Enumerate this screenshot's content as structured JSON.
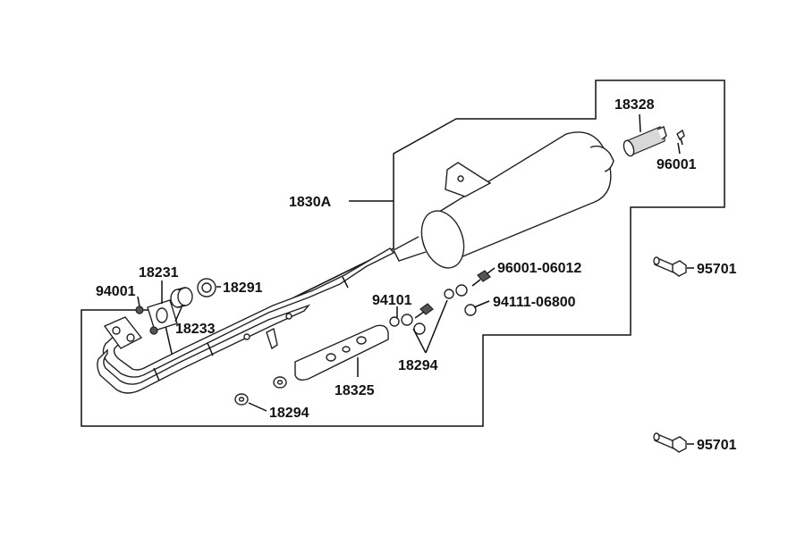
{
  "diagram": {
    "callouts": [
      {
        "id": "c-18328",
        "text": "18328"
      },
      {
        "id": "c-96001",
        "text": "96001"
      },
      {
        "id": "c-1830A",
        "text": "1830A"
      },
      {
        "id": "c-96001-06012",
        "text": "96001-06012"
      },
      {
        "id": "c-95701-top",
        "text": "95701"
      },
      {
        "id": "c-94101",
        "text": "94101"
      },
      {
        "id": "c-94111-06800",
        "text": "94111-06800"
      },
      {
        "id": "c-18231",
        "text": "18231"
      },
      {
        "id": "c-18291",
        "text": "18291"
      },
      {
        "id": "c-94001",
        "text": "94001"
      },
      {
        "id": "c-18233",
        "text": "18233"
      },
      {
        "id": "c-18294-right",
        "text": "18294"
      },
      {
        "id": "c-18325",
        "text": "18325"
      },
      {
        "id": "c-18294-left",
        "text": "18294"
      },
      {
        "id": "c-95701-bottom",
        "text": "95701"
      }
    ]
  }
}
